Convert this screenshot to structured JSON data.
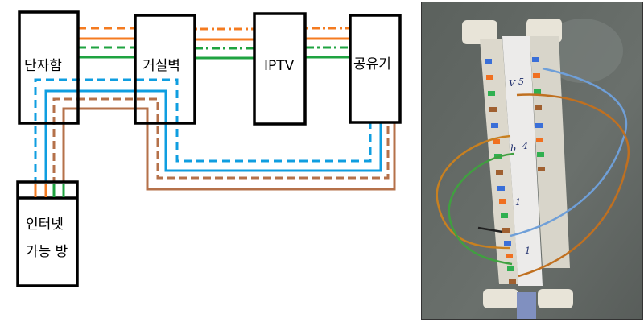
{
  "diagram": {
    "boxes": {
      "terminal": "단자함",
      "living_wall": "거실벽",
      "iptv": "IPTV",
      "router": "공유기",
      "room_line1": "인터넷",
      "room_line2": "가능 방"
    },
    "colors": {
      "orange": "#f47b20",
      "green": "#1fa340",
      "blue": "#0f9ee0",
      "brown": "#b5714a",
      "box_border": "#000000"
    },
    "links": [
      {
        "from": "단자함",
        "to": "거실벽",
        "pairs": [
          "orange-dashed",
          "orange",
          "green-dashed",
          "green"
        ]
      },
      {
        "from": "거실벽",
        "to": "IPTV",
        "pairs": [
          "orange-dashdot",
          "orange",
          "green-dashdot",
          "green"
        ]
      },
      {
        "from": "IPTV",
        "to": "공유기",
        "pairs": [
          "orange-dashdot",
          "orange",
          "green-dashdot",
          "green"
        ]
      },
      {
        "from": "인터넷 가능 방",
        "to": "공유기",
        "pairs": [
          "blue-dashed",
          "blue",
          "brown-dashed",
          "brown"
        ]
      }
    ]
  },
  "photo": {
    "description": "patch panel wiring photo",
    "marks": [
      "V",
      "5",
      "b",
      "4",
      "1",
      "1"
    ]
  }
}
